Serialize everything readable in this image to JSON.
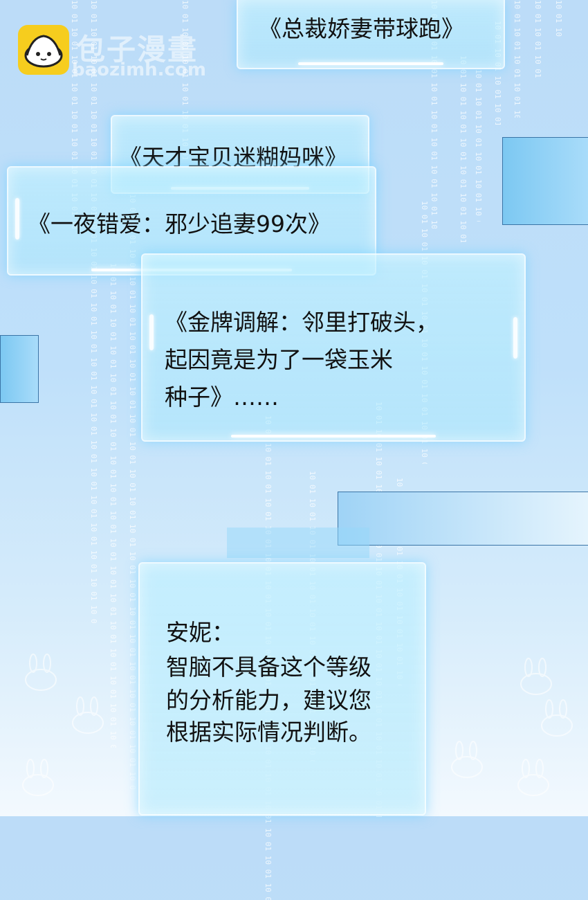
{
  "watermark": {
    "title": "包子漫畫",
    "url": "baozimh.com",
    "icon": "bun-mascot-icon",
    "brand_color": "#f6cd1e"
  },
  "binary_stream_text": "10 01 10 01 10 01 10 01 10 01 10 01 10 01 10 01 10 01 10 01 10 01 10 01 10 01 10 01 10 01 10 01 10 01 10 01 10 01 10 01 10 01 10 01 10 01 10 01 10 01 10 01 10 01 10 01 10 01",
  "panels": {
    "title_1": "《总裁娇妻带球跑》",
    "title_2": "《天才宝贝迷糊妈咪》",
    "title_3": "《一夜错爱：邪少追妻99次》",
    "title_4_lines": [
      "《金牌调解：邻里打破头，",
      "起因竟是为了一袋玉米",
      "种子》……"
    ]
  },
  "dialogue": {
    "speaker": "安妮：",
    "lines": [
      "智脑不具备这个等级",
      "的分析能力，建议您",
      "根据实际情况判断。"
    ]
  },
  "colors": {
    "background_top": "#bcdcf8",
    "panel_glow": "#78d2ff",
    "deco_blue": "#7cc8f2"
  }
}
